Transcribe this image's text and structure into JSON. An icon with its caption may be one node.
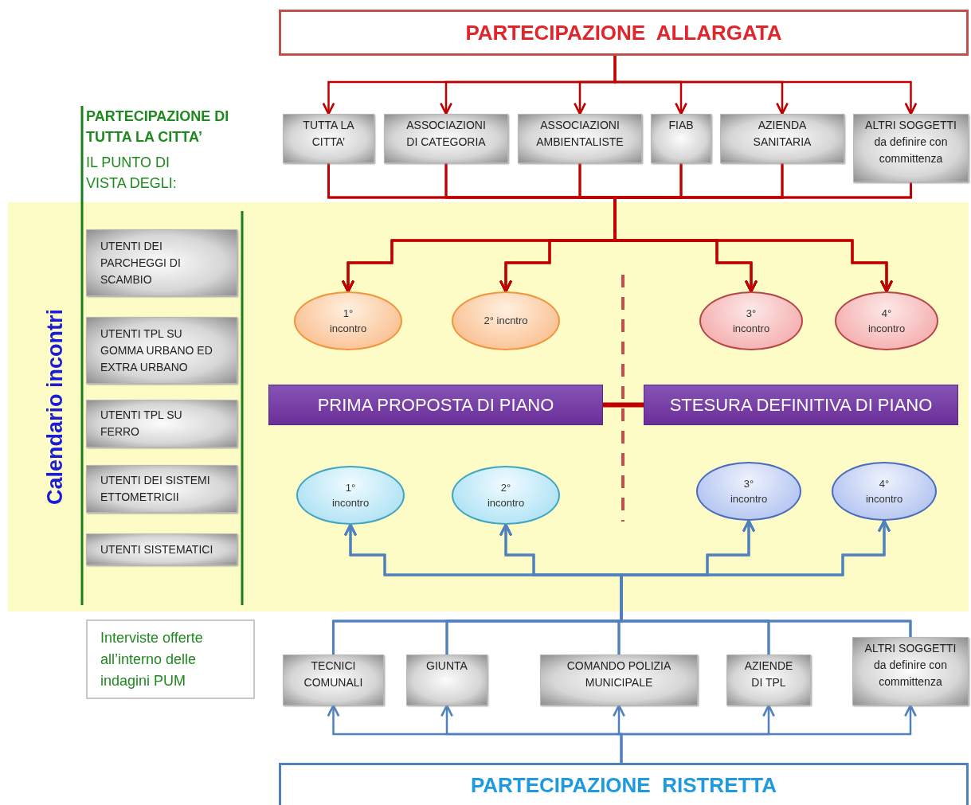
{
  "diagram": {
    "nodes": [
      {
        "text": [
          "PARTECIPAZIONE  ALLARGATA"
        ]
      },
      {
        "text": [
          "TUTTA LA CITTA’"
        ]
      },
      {
        "text": [
          "ASSOCIAZIONI DI CATEGORIA"
        ]
      },
      {
        "text": [
          "ASSOCIAZIONI AMBIENTALISTE"
        ]
      },
      {
        "text": [
          "FIAB"
        ]
      },
      {
        "text": [
          "AZIENDA SANITARIA"
        ]
      },
      {
        "text": [
          "ALTRI SOGGETTI da definire con committenza"
        ]
      },
      {
        "text": [
          "Calendario incontri"
        ]
      },
      {
        "text": [
          "UTENTI DEI PARCHEGGI DI SCAMBIO"
        ],
        "in": 7
      },
      {
        "text": [
          "UTENTI TPL SU GOMMA URBANO ED EXTRA URBANO"
        ],
        "in": 7
      },
      {
        "text": [
          "UTENTI TPL SU FERRO"
        ],
        "in": 7
      },
      {
        "text": [
          "UTENTI DEI SISTEMI ETTOMETRICII"
        ],
        "in": 7
      },
      {
        "text": [
          "UTENTI SISTEMATICI"
        ],
        "in": 7
      },
      {
        "text": [
          "1° incontro"
        ],
        "in": 7
      },
      {
        "text": [
          "2° incntro"
        ],
        "in": 7
      },
      {
        "text": [
          "3° incontro"
        ],
        "in": 7
      },
      {
        "text": [
          "4° incontro"
        ],
        "in": 7
      },
      {
        "text": [
          "PRIMA PROPOSTA DI PIANO"
        ],
        "in": 7
      },
      {
        "text": [
          "STESURA DEFINITIVA DI PIANO"
        ],
        "in": 7
      },
      {
        "text": [
          "1° incontro"
        ],
        "in": 7
      },
      {
        "text": [
          "2° incontro"
        ],
        "in": 7
      },
      {
        "text": [
          "3° incontro"
        ],
        "in": 7
      },
      {
        "text": [
          "4° incontro"
        ],
        "in": 7
      },
      {
        "text": [
          "Interviste offerte all’interno delle indagini PUM"
        ]
      },
      {
        "text": [
          "TECNICI COMUNALI"
        ]
      },
      {
        "text": [
          "GIUNTA"
        ]
      },
      {
        "text": [
          "COMANDO POLIZIA MUNICIPALE"
        ]
      },
      {
        "text": [
          "AZIENDE DI TPL"
        ]
      },
      {
        "text": [
          "ALTRI SOGGETTI da definire con committenza"
        ]
      },
      {
        "text": [
          "PARTECIPAZIONE  RISTRETTA"
        ]
      }
    ],
    "edges": [
      {
        "from": 0,
        "to": 1,
        "arrow": "to"
      },
      {
        "from": 0,
        "to": 2,
        "arrow": "to"
      },
      {
        "from": 0,
        "to": 3,
        "arrow": "to"
      },
      {
        "from": 0,
        "to": 4,
        "arrow": "to"
      },
      {
        "from": 0,
        "to": 5,
        "arrow": "to"
      },
      {
        "from": 0,
        "to": 6,
        "arrow": "to"
      },
      {
        "from": 1,
        "to": 13,
        "arrow": "to"
      },
      {
        "from": 1,
        "to": 14,
        "arrow": "to"
      },
      {
        "from": 1,
        "to": 15,
        "arrow": "to"
      },
      {
        "from": 1,
        "to": 16,
        "arrow": "to"
      },
      {
        "from": 2,
        "to": 13,
        "arrow": "to"
      },
      {
        "from": 2,
        "to": 14,
        "arrow": "to"
      },
      {
        "from": 2,
        "to": 15,
        "arrow": "to"
      },
      {
        "from": 2,
        "to": 16,
        "arrow": "to"
      },
      {
        "from": 3,
        "to": 13,
        "arrow": "to"
      },
      {
        "from": 3,
        "to": 14,
        "arrow": "to"
      },
      {
        "from": 3,
        "to": 15,
        "arrow": "to"
      },
      {
        "from": 3,
        "to": 16,
        "arrow": "to"
      },
      {
        "from": 4,
        "to": 13,
        "arrow": "to"
      },
      {
        "from": 4,
        "to": 14,
        "arrow": "to"
      },
      {
        "from": 4,
        "to": 15,
        "arrow": "to"
      },
      {
        "from": 4,
        "to": 16,
        "arrow": "to"
      },
      {
        "from": 5,
        "to": 13,
        "arrow": "to"
      },
      {
        "from": 5,
        "to": 14,
        "arrow": "to"
      },
      {
        "from": 5,
        "to": 15,
        "arrow": "to"
      },
      {
        "from": 5,
        "to": 16,
        "arrow": "to"
      },
      {
        "from": 6,
        "to": 13,
        "arrow": "to"
      },
      {
        "from": 6,
        "to": 14,
        "arrow": "to"
      },
      {
        "from": 6,
        "to": 15,
        "arrow": "to"
      },
      {
        "from": 6,
        "to": 16,
        "arrow": "to"
      },
      {
        "from": 17,
        "to": 18,
        "arrow": "none",
        "style": "thick"
      },
      {
        "from": 29,
        "to": 24,
        "arrow": "to",
        "color": "#4f81bd"
      },
      {
        "from": 29,
        "to": 25,
        "arrow": "to",
        "color": "#4f81bd"
      },
      {
        "from": 29,
        "to": 26,
        "arrow": "to",
        "color": "#4f81bd"
      },
      {
        "from": 29,
        "to": 27,
        "arrow": "to",
        "color": "#4f81bd"
      },
      {
        "from": 29,
        "to": 28,
        "arrow": "to",
        "color": "#4f81bd"
      },
      {
        "from": 24,
        "to": 19,
        "arrow": "to",
        "color": "#4f81bd"
      },
      {
        "from": 24,
        "to": 20,
        "arrow": "to",
        "color": "#4f81bd"
      },
      {
        "from": 24,
        "to": 21,
        "arrow": "to",
        "color": "#4f81bd"
      },
      {
        "from": 24,
        "to": 22,
        "arrow": "to",
        "color": "#4f81bd"
      },
      {
        "from": 25,
        "to": 19,
        "arrow": "to",
        "color": "#4f81bd"
      },
      {
        "from": 25,
        "to": 20,
        "arrow": "to",
        "color": "#4f81bd"
      },
      {
        "from": 25,
        "to": 21,
        "arrow": "to",
        "color": "#4f81bd"
      },
      {
        "from": 25,
        "to": 22,
        "arrow": "to",
        "color": "#4f81bd"
      },
      {
        "from": 26,
        "to": 19,
        "arrow": "to",
        "color": "#4f81bd"
      },
      {
        "from": 26,
        "to": 20,
        "arrow": "to",
        "color": "#4f81bd"
      },
      {
        "from": 26,
        "to": 21,
        "arrow": "to",
        "color": "#4f81bd"
      },
      {
        "from": 26,
        "to": 22,
        "arrow": "to",
        "color": "#4f81bd"
      },
      {
        "from": 27,
        "to": 19,
        "arrow": "to",
        "color": "#4f81bd"
      },
      {
        "from": 27,
        "to": 20,
        "arrow": "to",
        "color": "#4f81bd"
      },
      {
        "from": 27,
        "to": 21,
        "arrow": "to",
        "color": "#4f81bd"
      },
      {
        "from": 27,
        "to": 22,
        "arrow": "to",
        "color": "#4f81bd"
      },
      {
        "from": 28,
        "to": 19,
        "arrow": "to",
        "color": "#4f81bd"
      },
      {
        "from": 28,
        "to": 20,
        "arrow": "to",
        "color": "#4f81bd"
      },
      {
        "from": 28,
        "to": 21,
        "arrow": "to",
        "color": "#4f81bd"
      },
      {
        "from": 28,
        "to": 22,
        "arrow": "to",
        "color": "#4f81bd"
      }
    ],
    "labels": [
      "PARTECIPAZIONE DI TUTTA LA CITTA’",
      "IL PUNTO DI VISTA DEGLI:"
    ]
  }
}
